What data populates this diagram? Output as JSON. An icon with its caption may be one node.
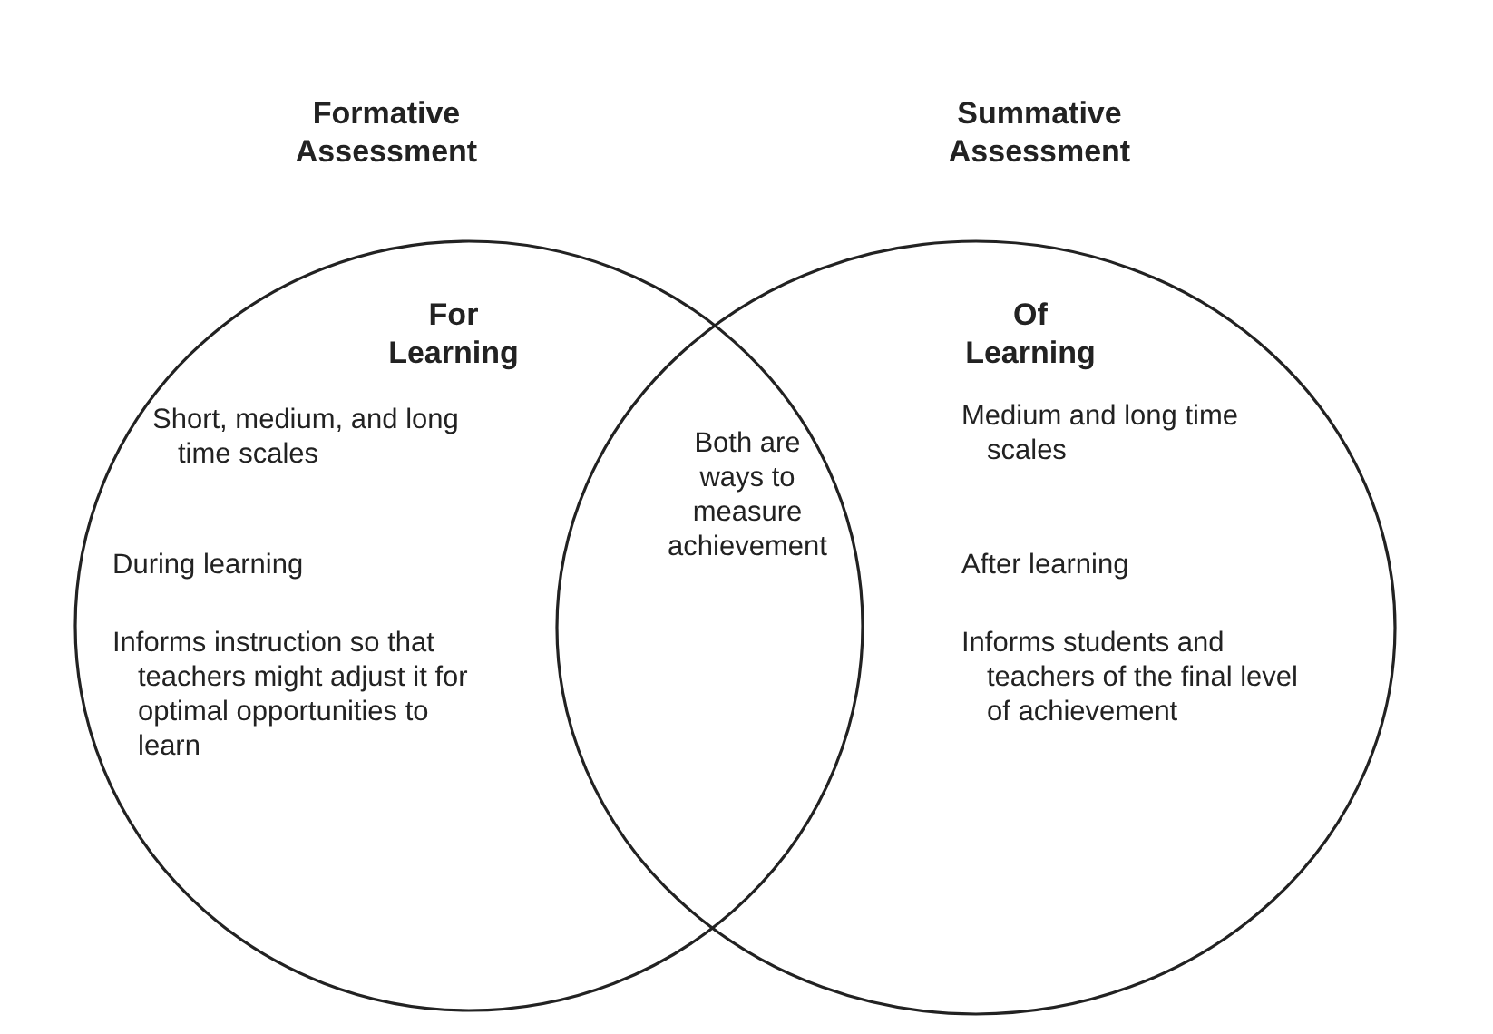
{
  "diagram": {
    "nodes": [
      {
        "text": [
          "Formative Assessment",
          "For Learning",
          "Short, medium, and long time scales",
          "During learning",
          "Informs instruction so that teachers might adjust it for optimal opportunities to learn"
        ]
      },
      {
        "text": [
          "Summative Assessment",
          "Of Learning",
          "Medium and long time scales",
          "After learning",
          "Informs students and teachers of the final level of achievement"
        ]
      }
    ],
    "edges": [],
    "labels": [
      "Both are ways to measure achievement"
    ]
  }
}
